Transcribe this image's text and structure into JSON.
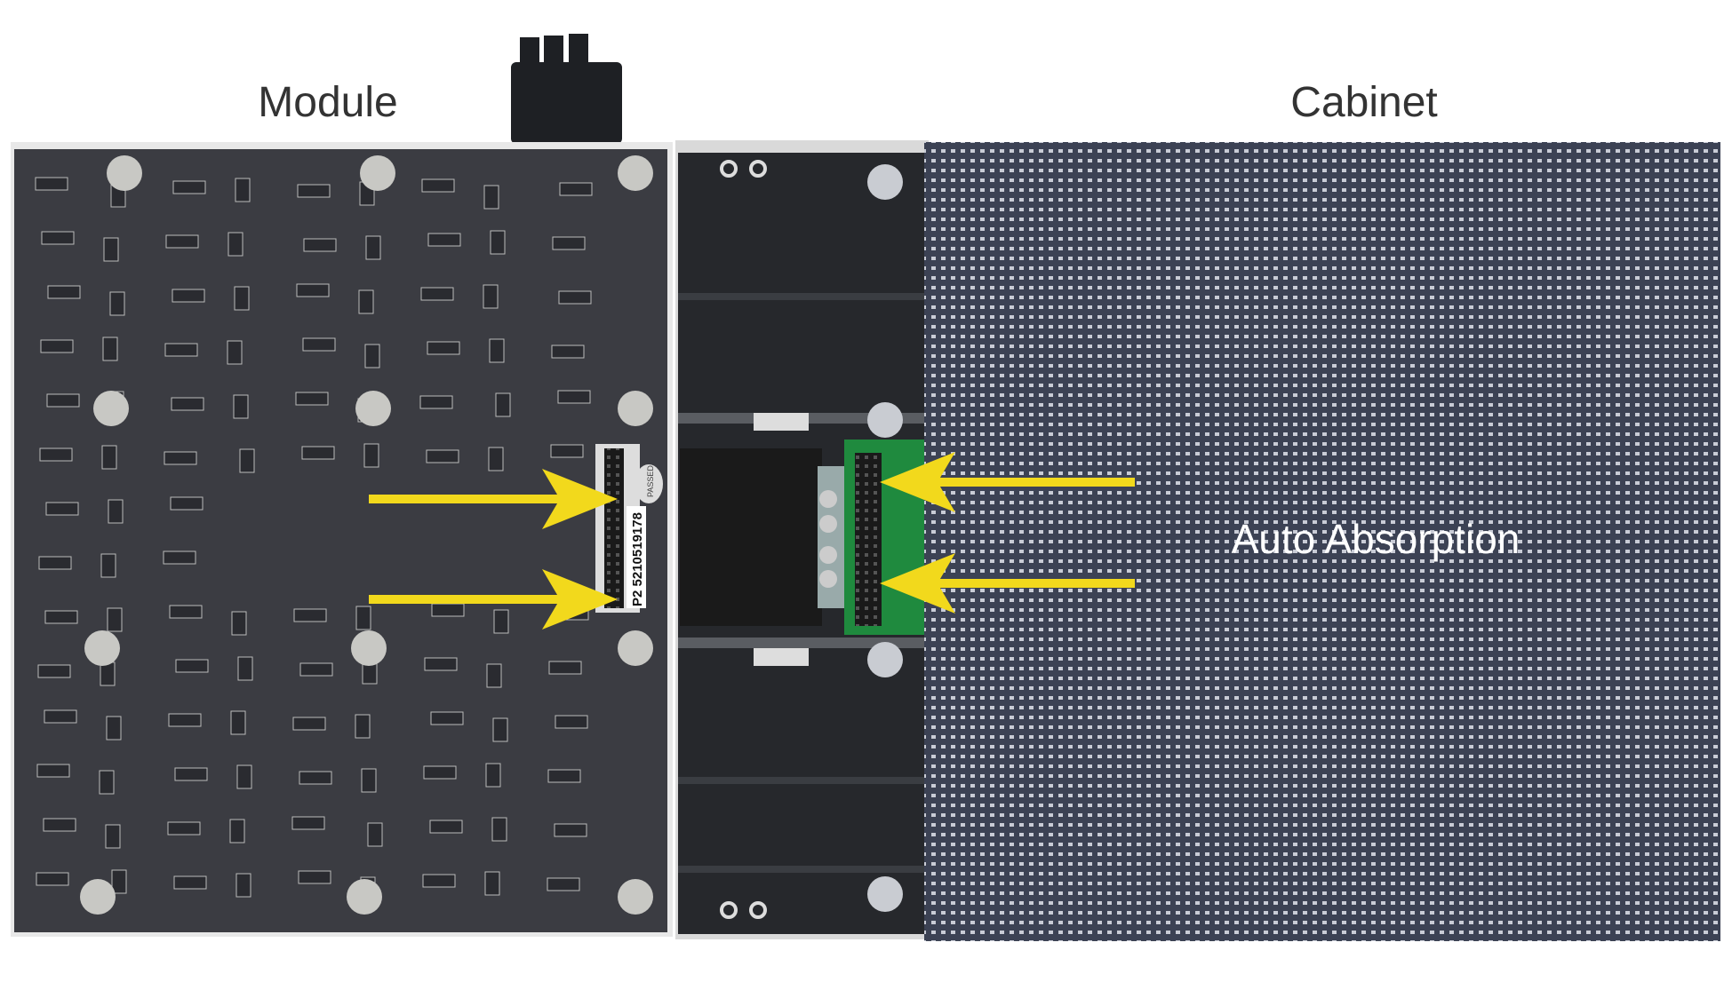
{
  "labels": {
    "module": "Module",
    "cabinet": "Cabinet",
    "auto_absorption": "Auto Absorption"
  },
  "pcb": {
    "serial_label": "P2 5210519178",
    "sticker": "PASSED"
  },
  "colors": {
    "arrow": "#f2d91c",
    "pcb": "#3b3c42",
    "led_panel": "#3c4254",
    "cabinet_frame": "#26282c",
    "hub_board": "#1f8a3e"
  }
}
